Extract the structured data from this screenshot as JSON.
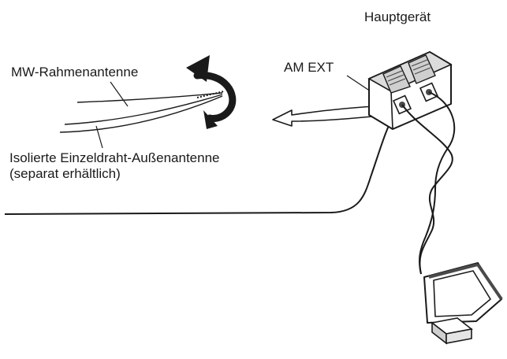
{
  "labels": {
    "main_unit": "Hauptgerät",
    "am_ext": "AM EXT",
    "mw_loop": "MW-Rahmenantenne",
    "outdoor_antenna": "Isolierte Einzeldraht-Außenantenne",
    "separately_available": "(separat erhältlich)"
  },
  "colors": {
    "line": "#1a1a1a",
    "shade": "#cfcfcf",
    "dark": "#4a4a4a"
  },
  "icons": [
    "rotate-arrow-icon",
    "direction-arrow-icon"
  ]
}
